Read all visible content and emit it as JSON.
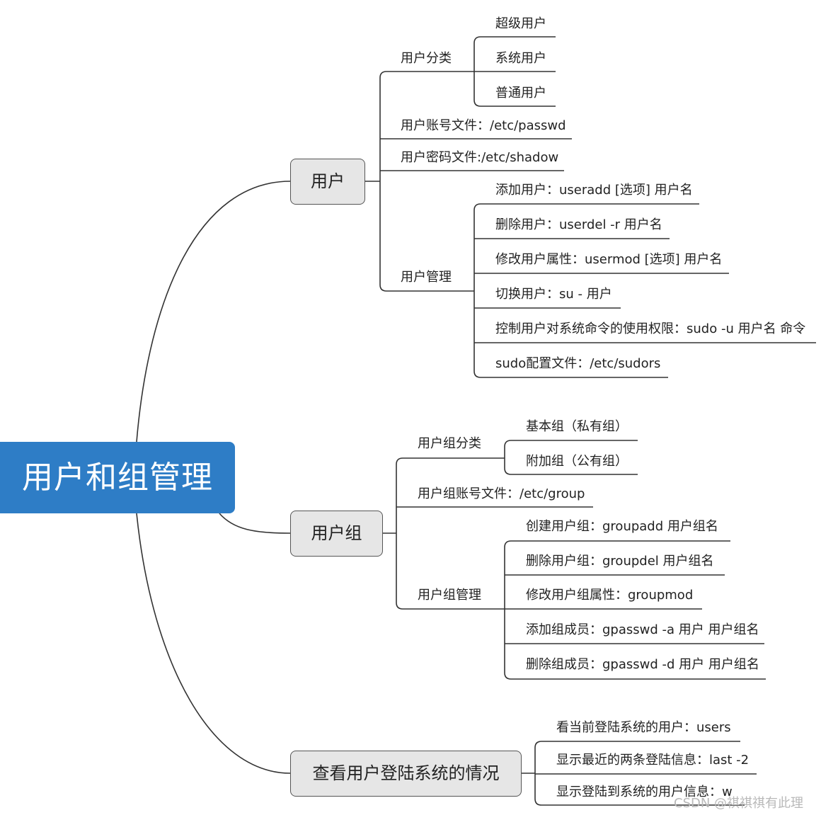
{
  "root": {
    "label": "用户和组管理",
    "color": "#2e7dc6"
  },
  "branches": {
    "user": {
      "label": "用户",
      "categories": {
        "label": "用户分类",
        "items": [
          "超级用户",
          "系统用户",
          "普通用户"
        ]
      },
      "account_file": "用户账号文件：/etc/passwd",
      "password_file": "用户密码文件:/etc/shadow",
      "management": {
        "label": "用户管理",
        "items": [
          "添加用户：useradd [选项] 用户名",
          "删除用户：userdel -r 用户名",
          "修改用户属性：usermod [选项] 用户名",
          "切换用户：su - 用户",
          "控制用户对系统命令的使用权限：sudo -u 用户名 命令",
          "sudo配置文件：/etc/sudors"
        ]
      }
    },
    "group": {
      "label": "用户组",
      "categories": {
        "label": "用户组分类",
        "items": [
          "基本组（私有组）",
          "附加组（公有组）"
        ]
      },
      "account_file": "用户组账号文件：/etc/group",
      "management": {
        "label": "用户组管理",
        "items": [
          "创建用户组：groupadd  用户组名",
          "删除用户组：groupdel  用户组名",
          "修改用户组属性：groupmod",
          "添加组成员：gpasswd -a 用户  用户组名",
          "删除组成员：gpasswd -d 用户  用户组名"
        ]
      }
    },
    "login": {
      "label": "查看用户登陆系统的情况",
      "items": [
        "看当前登陆系统的用户：users",
        "显示最近的两条登陆信息：last -2",
        "显示登陆到系统的用户信息：w"
      ]
    }
  },
  "watermark": "CSDN @祺祺祺有此理"
}
